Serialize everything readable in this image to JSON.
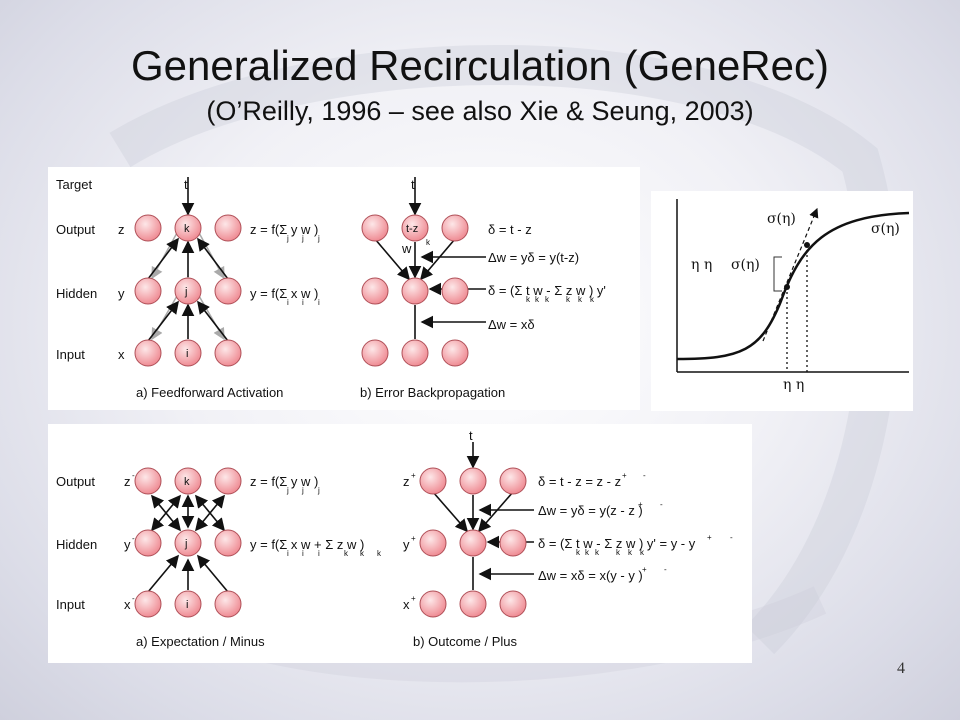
{
  "slide": {
    "title": "Generalized Recirculation (GeneRec)",
    "subtitle": "(O’Reilly, 1996 – see also Xie & Seung, 2003)",
    "page_number": "4"
  },
  "panel_top": {
    "row_labels": [
      "Target",
      "Output",
      "Hidden",
      "Input"
    ],
    "layer_vars": [
      "z",
      "y",
      "x"
    ],
    "target_var": "t",
    "unit_labels": [
      "k",
      "j",
      "i"
    ],
    "eq_output": "z = f(Σ y w )",
    "eq_output_subs": [
      "j",
      "j",
      "j"
    ],
    "eq_hidden": "y = f(Σ x w )",
    "eq_hidden_subs": [
      "i",
      "i",
      "i"
    ],
    "caption_a": "a) Feedforward Activation",
    "caption_b": "b) Error Backpropagation",
    "err_unit_label": "t-z",
    "err_w": "w",
    "err_k": "k",
    "eq_delta_out": "δ = t - z",
    "eq_dw_out": "Δw = yδ = y(t-z)",
    "eq_delta_hid": "δ = (Σ t w - Σ z w ) y'",
    "eq_delta_hid_subs": [
      "k",
      "k",
      "k",
      "k",
      "k",
      "k"
    ],
    "eq_dw_hid": "Δw = xδ"
  },
  "sigmoid_panel": {
    "label_top": "σ(η)",
    "label_right": "σ(η)",
    "label_left_eta": "η η",
    "label_left_sigma": "σ(η)",
    "label_bottom": "η η"
  },
  "panel_bottom": {
    "row_labels": [
      "Output",
      "Hidden",
      "Input"
    ],
    "layer_vars_minus": [
      "z",
      "y",
      "x"
    ],
    "layer_vars_plus": [
      "z",
      "y",
      "x"
    ],
    "minus_sign": "-",
    "plus_sign": "+",
    "target_var": "t",
    "unit_labels": [
      "k",
      "j",
      "i"
    ],
    "eq_output": "z = f(Σ y w )",
    "eq_output_subs": [
      "j",
      "j",
      "j"
    ],
    "eq_hidden": "y = f(Σ x w + Σ z w )",
    "eq_hidden_subs": [
      "i",
      "i",
      "i",
      "k",
      "k",
      "k"
    ],
    "eq_delta_out": "δ = t - z = z - z",
    "eq_dw_out": "Δw = yδ = y(z - z )",
    "eq_delta_hid": "δ = (Σ t w - Σ z w ) y' = y - y",
    "eq_delta_hid_subs": [
      "k",
      "k",
      "k",
      "k",
      "k",
      "k"
    ],
    "eq_dw_hid": "Δw = xδ = x(y - y )",
    "caption_a": "a) Expectation / Minus",
    "caption_b": "b) Outcome / Plus"
  },
  "colors": {
    "unit_fill": "#f4a3a8",
    "unit_center": "#fde7e8",
    "unit_stroke": "#b05058",
    "gray_arrow": "#aaaaaa"
  }
}
